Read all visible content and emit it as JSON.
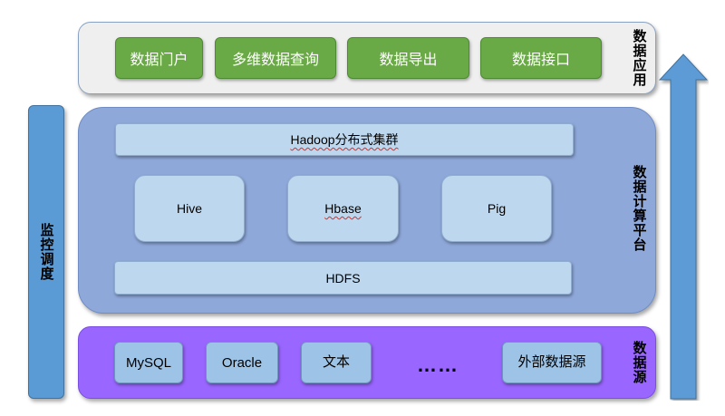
{
  "application_layer": {
    "label": "数据应用",
    "items": [
      "数据门户",
      "多维数据查询",
      "数据导出",
      "数据接口"
    ]
  },
  "compute_layer": {
    "label": "数据计算平台",
    "cluster": "Hadoop分布式集群",
    "components": [
      "Hive",
      "Hbase",
      "Pig"
    ],
    "storage": "HDFS"
  },
  "source_layer": {
    "label": "数据源",
    "items": [
      "MySQL",
      "Oracle",
      "文本",
      "外部数据源"
    ],
    "ellipsis": "……"
  },
  "monitor": {
    "label": "监控调度"
  },
  "colors": {
    "app_bg": "#efefef",
    "app_button": "#6aaa46",
    "compute_bg": "#8ea8da",
    "compute_box": "#bdd7ee",
    "source_bg": "#9966ff",
    "source_box": "#9dc3e6",
    "monitor_bar": "#5b9bd5",
    "arrow": "#5b9bd5"
  }
}
